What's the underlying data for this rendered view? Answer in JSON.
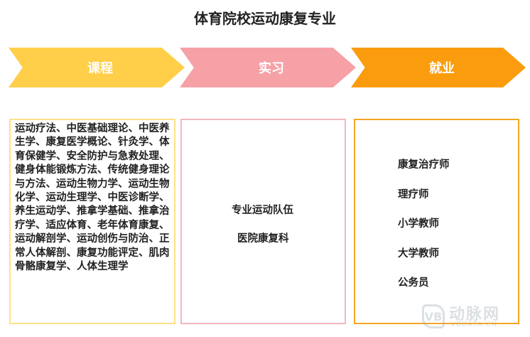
{
  "title": "体育院校运动康复专业",
  "stages": [
    {
      "label": "课程",
      "color": "#ffcf49"
    },
    {
      "label": "实习",
      "color": "#f6a1a6"
    },
    {
      "label": "就业",
      "color": "#fa9c0e"
    }
  ],
  "courses_text": "运动疗法、中医基础理论、中医养生学、康复医学概论、针灸学、体育保健学、安全防护与急救处理、健身体能锻炼方法、传统健身理论与方法、运动生物力学、运动生物化学、运动生理学、中医诊断学、养生运动学、推拿学基础、推拿治疗学、适应体育、老年体育康复、运动解剖学、运动创伤与防治、正常人体解剖、康复功能评定、肌肉骨骼康复学、人体生理学",
  "internship": [
    "专业运动队伍",
    "医院康复科"
  ],
  "employment": [
    "康复治疗师",
    "理疗师",
    "小学教师",
    "大学教师",
    "公务员"
  ],
  "watermark": {
    "logo": "VB",
    "cn": "动脉网",
    "en": "VBDATA.CN"
  }
}
